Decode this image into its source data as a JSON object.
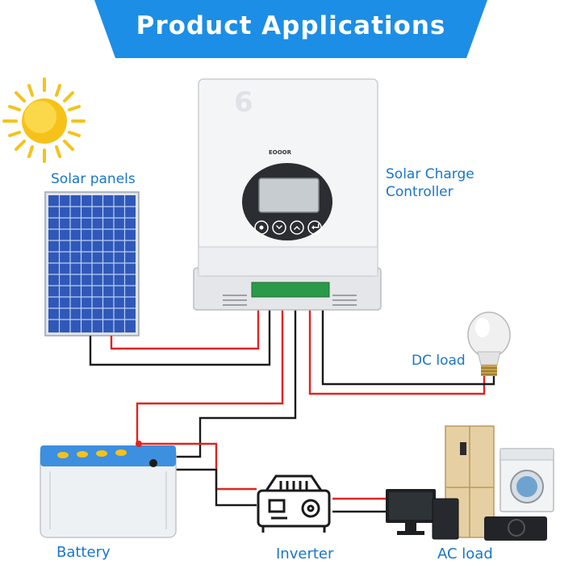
{
  "banner": {
    "title": "Product Applications",
    "color": "#1c8ee6"
  },
  "labels": {
    "solar_panels": "Solar panels",
    "controller_line1": "Solar Charge",
    "controller_line2": "Controller",
    "dc_load": "DC load",
    "battery": "Battery",
    "inverter": "Inverter",
    "ac_load": "AC load"
  },
  "controller": {
    "badge": "6",
    "brand": "EOOOR"
  },
  "colors": {
    "label": "#1976c9",
    "wire_positive": "#e0231f",
    "wire_negative": "#1a1a1a",
    "panel_cell": "#2f58b8",
    "battery_lid": "#3d8fe0",
    "sun": "#f6c21a"
  }
}
